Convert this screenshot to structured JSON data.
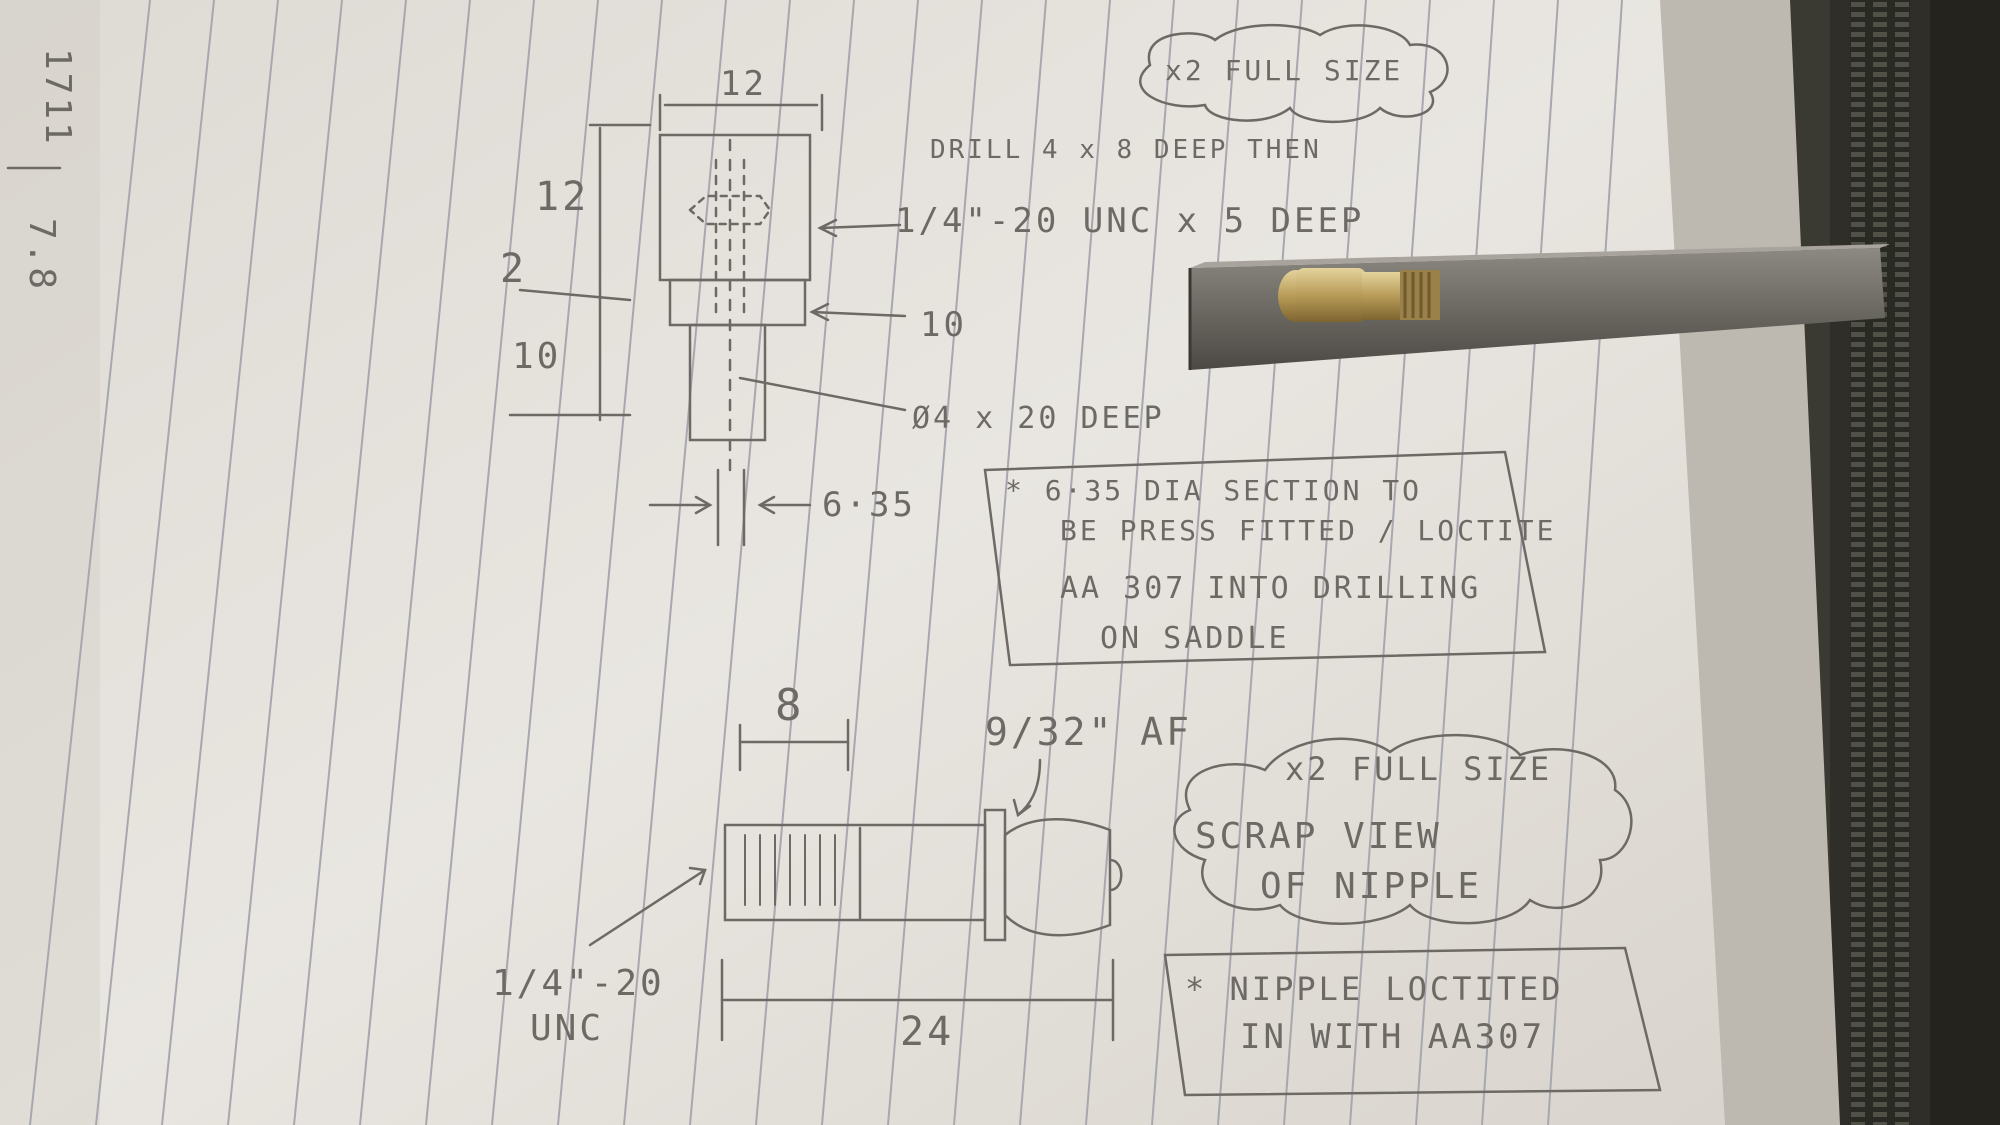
{
  "colors": {
    "paper": "#e7e4df",
    "paper_shadow": "#cfcac3",
    "rule_line": "#a9aab0",
    "pencil": "#6d6a66",
    "bench": "#2b2a24",
    "steel_bar": "#77736d",
    "brass": "#b69a5a"
  },
  "margin_note": {
    "top": "1711",
    "bottom": "7.8"
  },
  "upper_view": {
    "dim_width": "12",
    "dim_height": "12",
    "dim_step": "2",
    "dim_shank": "10",
    "dim_shoulder": "10",
    "dim_dia": "6·35",
    "note_drill": "DRILL 4 x 8 DEEP THEN",
    "note_thread": "1/4\"-20 UNC x 5 DEEP",
    "note_bore": "Ø4 x 20 DEEP",
    "cloud_scale": "x2 FULL SIZE"
  },
  "box_note_1": {
    "line1": "* 6·35 DIA SECTION TO",
    "line2": "BE PRESS FITTED / LOCTITE",
    "line3": "AA 307 INTO DRILLING",
    "line4": "ON SADDLE"
  },
  "lower_view": {
    "dim_thread_len": "8",
    "dim_overall": "24",
    "dim_hex": "9/32\" AF",
    "thread_line1": "1/4\"-20",
    "thread_line2": "UNC",
    "cloud_line1": "x2 FULL SIZE",
    "cloud_line2": "SCRAP VIEW",
    "cloud_line3": "OF NIPPLE"
  },
  "box_note_2": {
    "line1": "* NIPPLE LOCTITED",
    "line2": "IN WITH AA307"
  }
}
